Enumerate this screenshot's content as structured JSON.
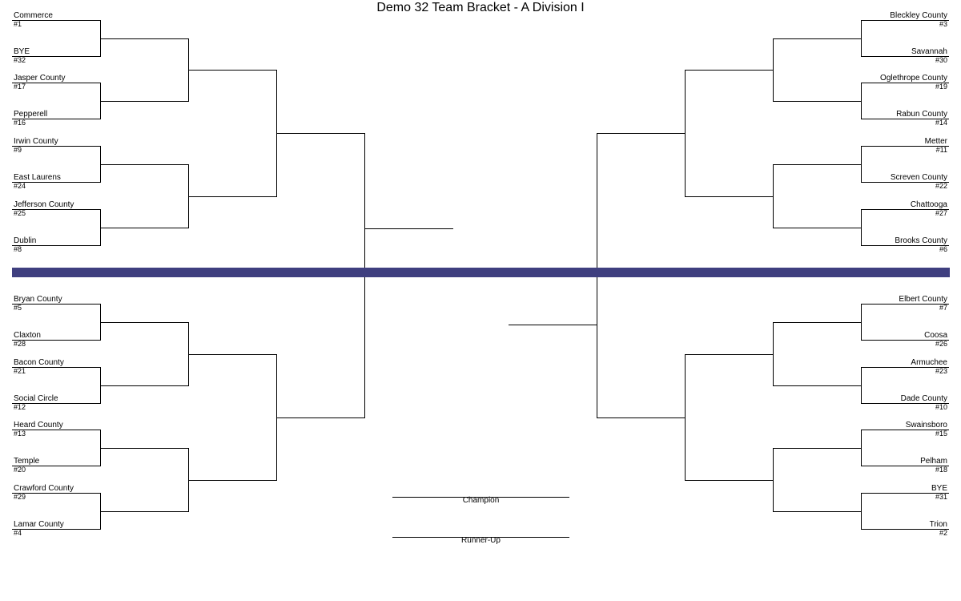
{
  "title": "Demo 32 Team Bracket - A Division I",
  "colors": {
    "divider": "#3f3f7f",
    "line": "#000000"
  },
  "left_top": [
    {
      "name": "Commerce",
      "seed": "#1"
    },
    {
      "name": "BYE",
      "seed": "#32"
    },
    {
      "name": "Jasper County",
      "seed": "#17"
    },
    {
      "name": "Pepperell",
      "seed": "#16"
    },
    {
      "name": "Irwin County",
      "seed": "#9"
    },
    {
      "name": "East Laurens",
      "seed": "#24"
    },
    {
      "name": "Jefferson County",
      "seed": "#25"
    },
    {
      "name": "Dublin",
      "seed": "#8"
    }
  ],
  "left_bottom": [
    {
      "name": "Bryan County",
      "seed": "#5"
    },
    {
      "name": "Claxton",
      "seed": "#28"
    },
    {
      "name": "Bacon County",
      "seed": "#21"
    },
    {
      "name": "Social Circle",
      "seed": "#12"
    },
    {
      "name": "Heard County",
      "seed": "#13"
    },
    {
      "name": "Temple",
      "seed": "#20"
    },
    {
      "name": "Crawford County",
      "seed": "#29"
    },
    {
      "name": "Lamar County",
      "seed": "#4"
    }
  ],
  "right_top": [
    {
      "name": "Bleckley County",
      "seed": "#3"
    },
    {
      "name": "Savannah",
      "seed": "#30"
    },
    {
      "name": "Oglethrope County",
      "seed": "#19"
    },
    {
      "name": "Rabun County",
      "seed": "#14"
    },
    {
      "name": "Metter",
      "seed": "#11"
    },
    {
      "name": "Screven County",
      "seed": "#22"
    },
    {
      "name": "Chattooga",
      "seed": "#27"
    },
    {
      "name": "Brooks County",
      "seed": "#6"
    }
  ],
  "right_bottom": [
    {
      "name": "Elbert County",
      "seed": "#7"
    },
    {
      "name": "Coosa",
      "seed": "#26"
    },
    {
      "name": "Armuchee",
      "seed": "#23"
    },
    {
      "name": "Dade County",
      "seed": "#10"
    },
    {
      "name": "Swainsboro",
      "seed": "#15"
    },
    {
      "name": "Pelham",
      "seed": "#18"
    },
    {
      "name": "BYE",
      "seed": "#31"
    },
    {
      "name": "Trion",
      "seed": "#2"
    }
  ],
  "champion_label": "Champion",
  "runner_up_label": "Runner-Up"
}
